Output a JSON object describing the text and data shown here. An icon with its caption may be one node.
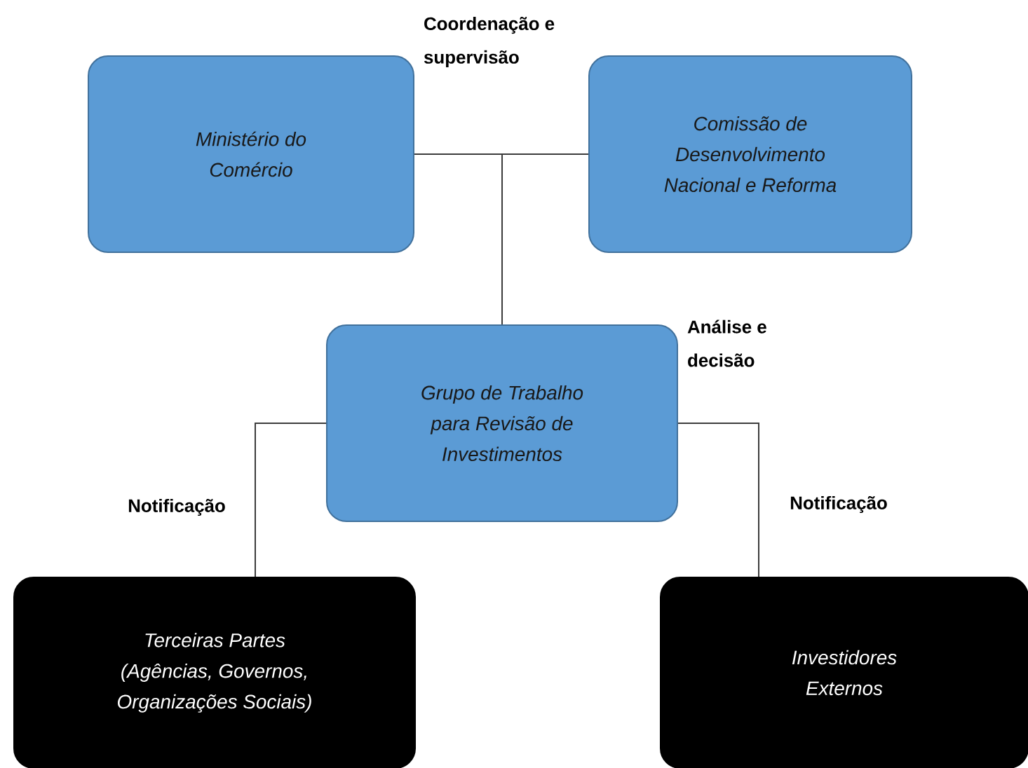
{
  "diagram": {
    "nodes": [
      {
        "text": [
          "Ministério do Comércio"
        ]
      },
      {
        "text": [
          "Comissão de Desenvolvimento Nacional e Reforma"
        ]
      },
      {
        "text": [
          "Grupo de Trabalho para Revisão de Investimentos"
        ]
      },
      {
        "text": [
          "Terceiras Partes (Agências, Governos, Organizações Sociais)"
        ]
      },
      {
        "text": [
          "Investidores Externos"
        ]
      }
    ],
    "edges": [
      {
        "from": 0,
        "to": 2,
        "arrow": "none"
      },
      {
        "from": 1,
        "to": 2,
        "arrow": "none"
      },
      {
        "from": 2,
        "to": 3,
        "arrow": "none",
        "label": "Notificação"
      },
      {
        "from": 2,
        "to": 4,
        "arrow": "none",
        "label": "Notificação"
      }
    ],
    "labels": [
      "Coordenação e supervisão",
      "Análise e decisão"
    ]
  }
}
